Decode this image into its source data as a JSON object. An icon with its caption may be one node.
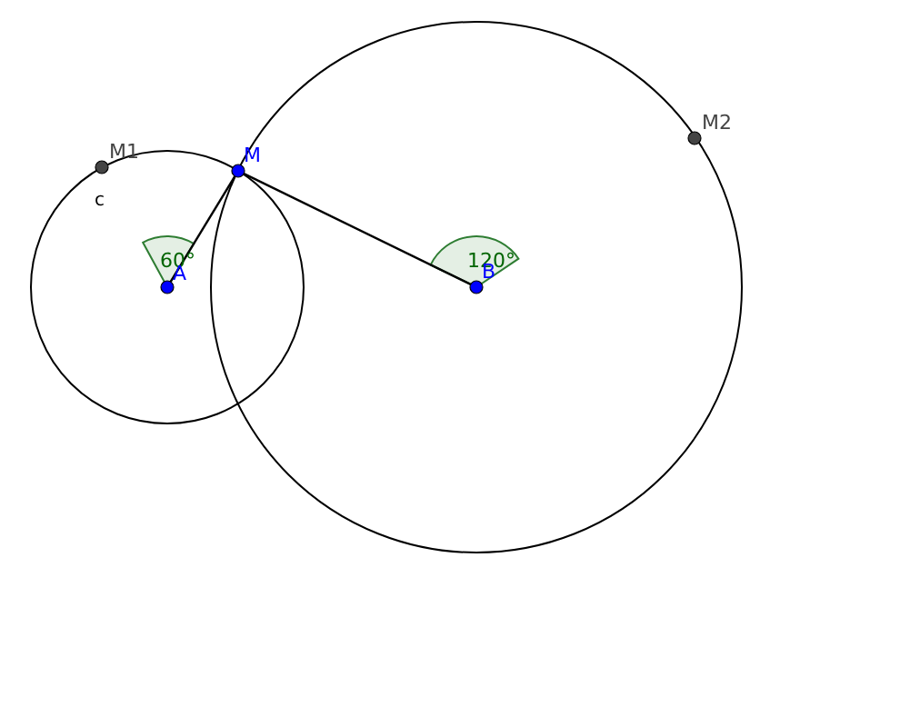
{
  "diagram": {
    "nodes": [
      {
        "text": [
          "M1"
        ]
      },
      {
        "text": [
          "M"
        ]
      },
      {
        "text": [
          "M2"
        ]
      },
      {
        "text": [
          "A"
        ]
      },
      {
        "text": [
          "B"
        ]
      }
    ],
    "edges": [
      {
        "from": 1,
        "to": 3,
        "arrow": "none"
      },
      {
        "from": 1,
        "to": 4,
        "arrow": "none"
      }
    ],
    "labels": [
      "c",
      "60°",
      "120°"
    ]
  }
}
